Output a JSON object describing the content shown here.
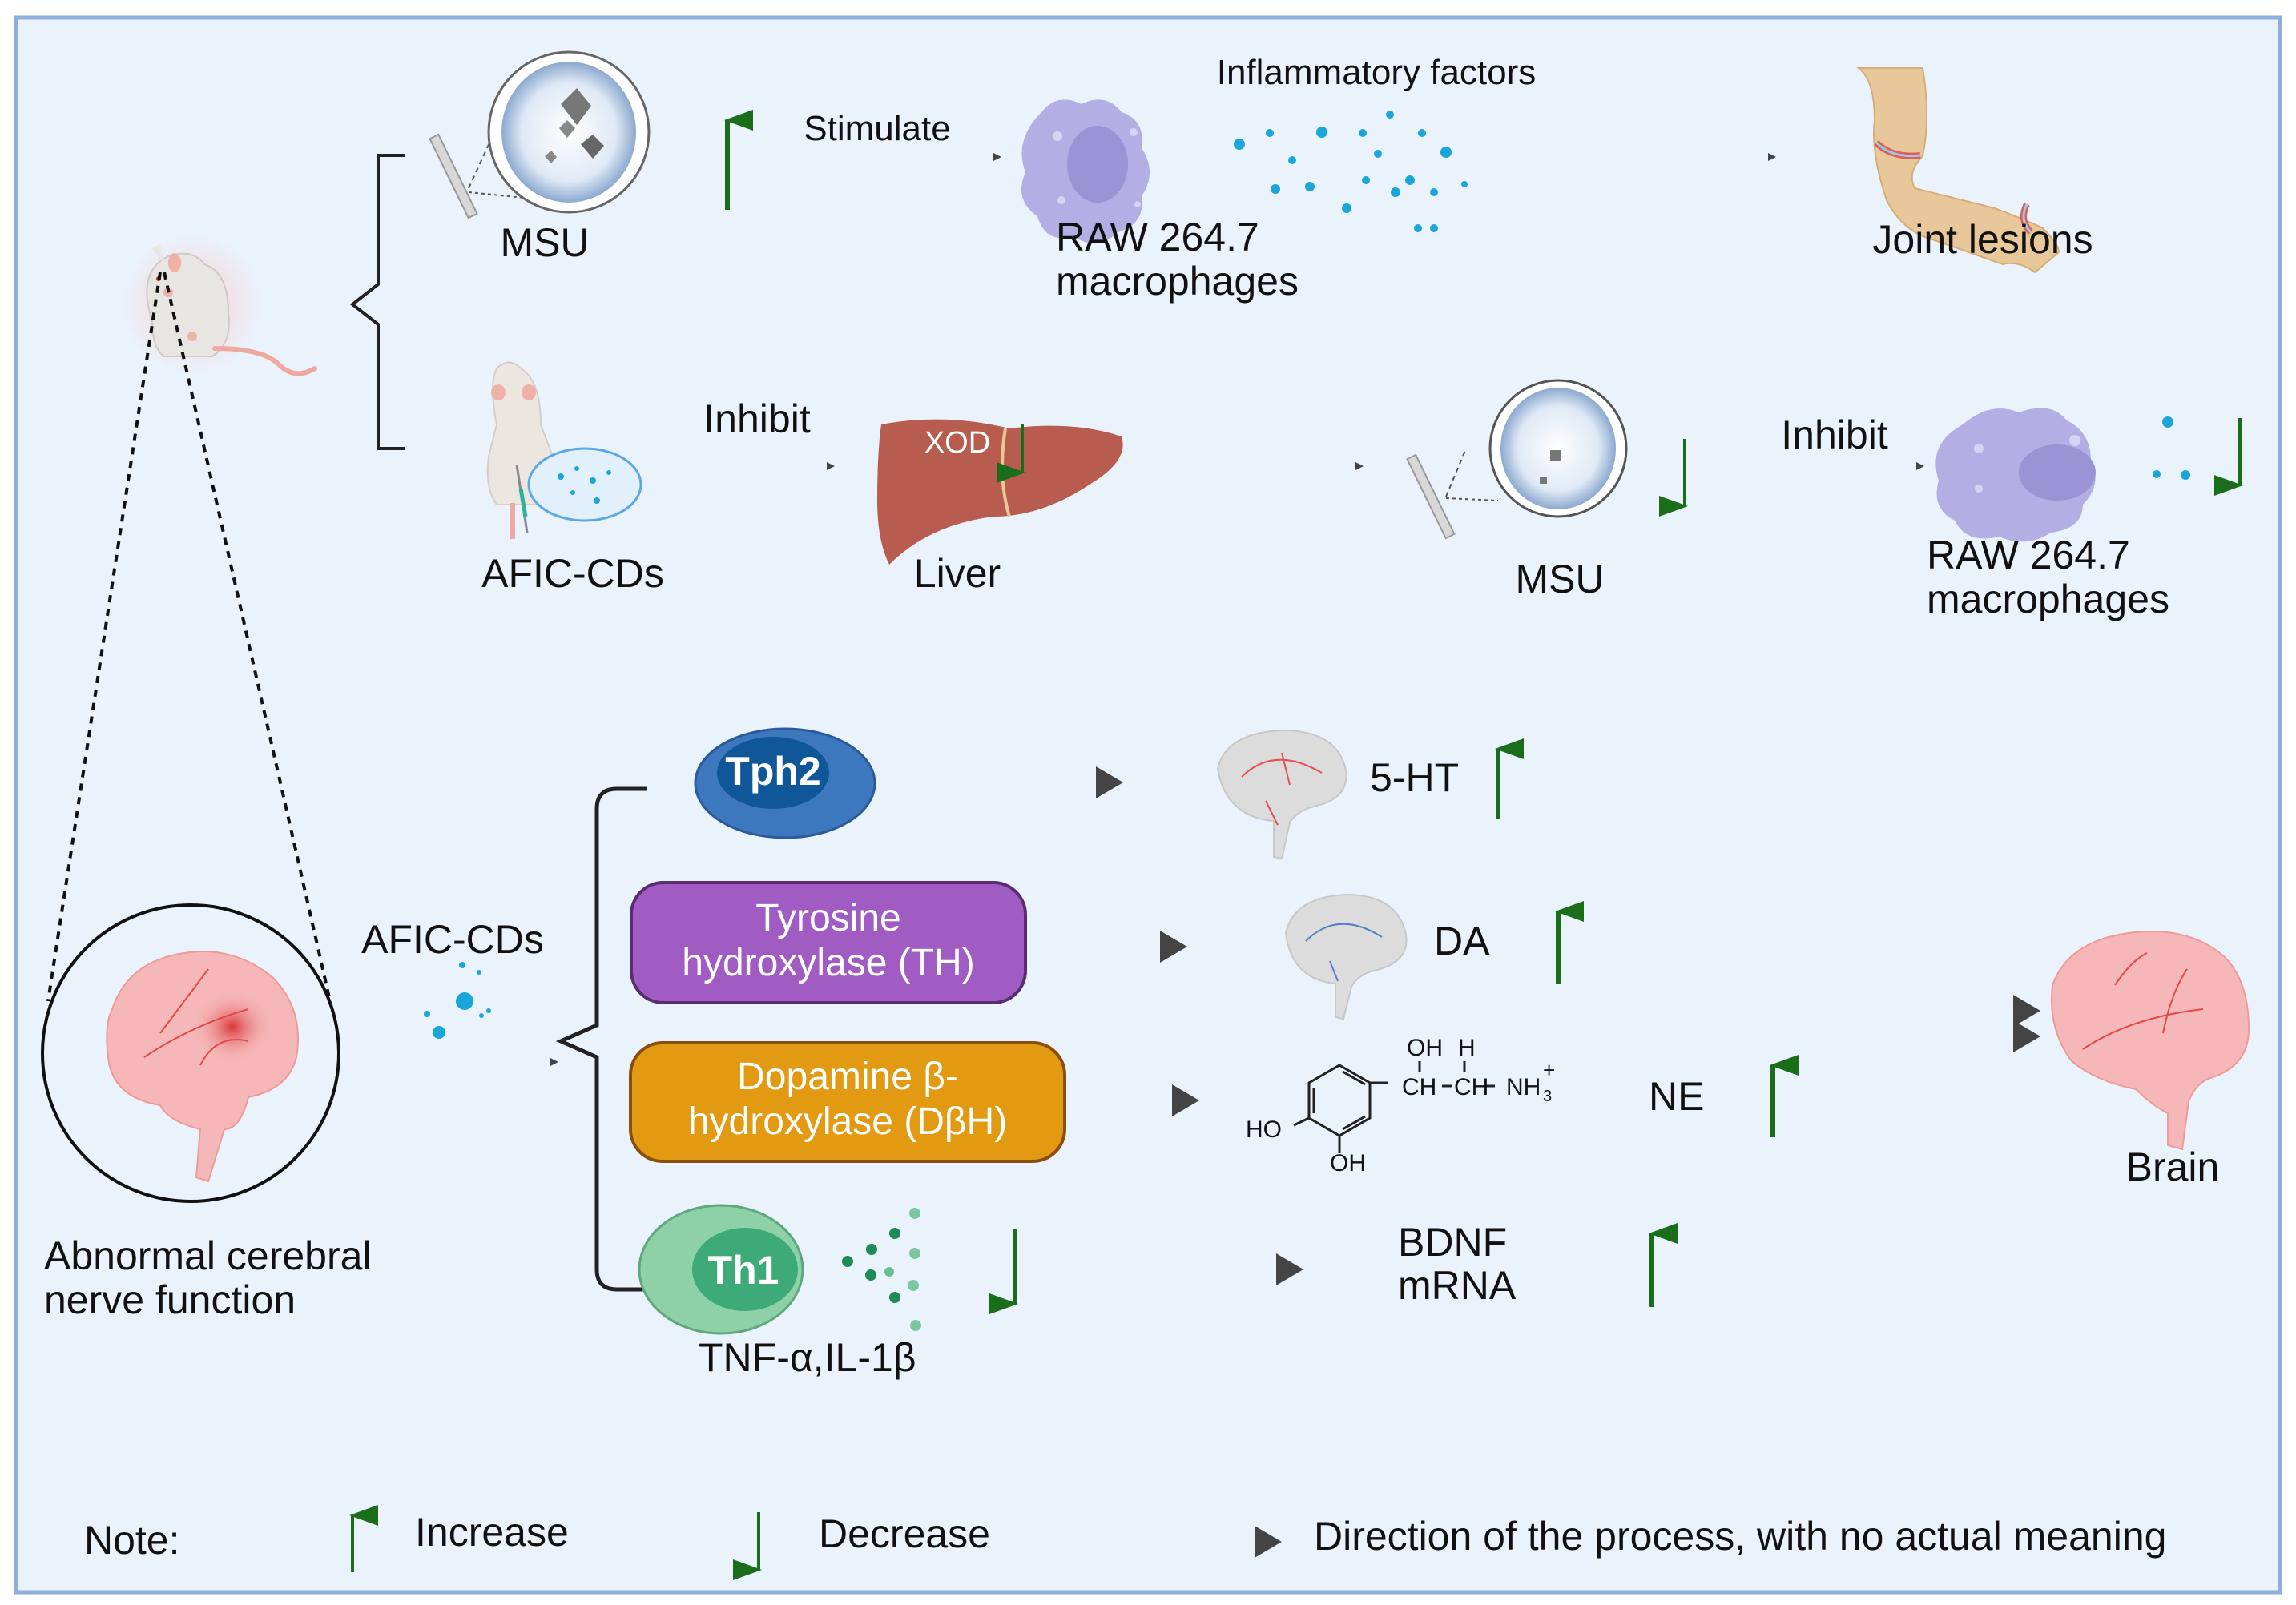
{
  "colors": {
    "panel_bg": "#eaf3fc",
    "panel_border": "#8eaedb",
    "increase_arrow": "#1a6e1a",
    "decrease_arrow": "#1a6e1a",
    "process_arrow": "#444444",
    "tph2": "#3d78bf",
    "th_box": "#a05cc2",
    "dbh_box": "#e29a12",
    "th1_cell": "#8ed1a8",
    "macrophage": "#b3aee3",
    "cytokine_dots": "#1aa6d8",
    "liver": "#b85c50",
    "brain": "#f5b7b7"
  },
  "top_pathway": {
    "upper_branch": {
      "msu_label": "MSU",
      "msu_trend": "increase",
      "stimulate_label": "Stimulate",
      "macrophage_label_line1": "RAW 264.7",
      "macrophage_label_line2": "macrophages",
      "inflammatory_label": "Inflammatory factors",
      "joint_label": "Joint lesions"
    },
    "lower_branch": {
      "afic_label": "AFIC-CDs",
      "inhibit1_label": "Inhibit",
      "liver_label": "Liver",
      "xod_label": "XOD",
      "xod_trend": "decrease",
      "msu_label": "MSU",
      "msu_trend": "decrease",
      "inhibit2_label": "Inhibit",
      "macrophage_label_line1": "RAW 264.7",
      "macrophage_label_line2": "macrophages",
      "macrophage_trend": "decrease"
    }
  },
  "bottom_pathway": {
    "brain_condition_line1": "Abnormal cerebral",
    "brain_condition_line2": "nerve function",
    "afic_label": "AFIC-CDs",
    "enzymes": [
      {
        "label": "Tph2",
        "product": "5-HT",
        "trend": "increase"
      },
      {
        "label_line1": "Tyrosine",
        "label_line2": "hydroxylase (TH)",
        "product": "DA",
        "trend": "increase"
      },
      {
        "label_line1": "Dopamine β-",
        "label_line2": "hydroxylase (DβH)",
        "product": "NE",
        "trend": "increase"
      },
      {
        "label": "Th1",
        "cytokines": "TNF-α,IL-1β",
        "cytokine_trend": "decrease",
        "product_line1": "BDNF",
        "product_line2": "mRNA",
        "trend": "increase"
      }
    ],
    "ne_structure": {
      "oh_top": "OH",
      "h_top": "H",
      "ch1": "CH",
      "ch2": "CH",
      "nh3": "NH",
      "nh3_sub": "3",
      "nh3_sup": "+",
      "ho_left": "HO",
      "oh_bottom": "OH"
    },
    "brain_label": "Brain"
  },
  "legend": {
    "note_label": "Note:",
    "increase_label": "Increase",
    "decrease_label": "Decrease",
    "process_label": "Direction of the process, with no actual meaning"
  }
}
